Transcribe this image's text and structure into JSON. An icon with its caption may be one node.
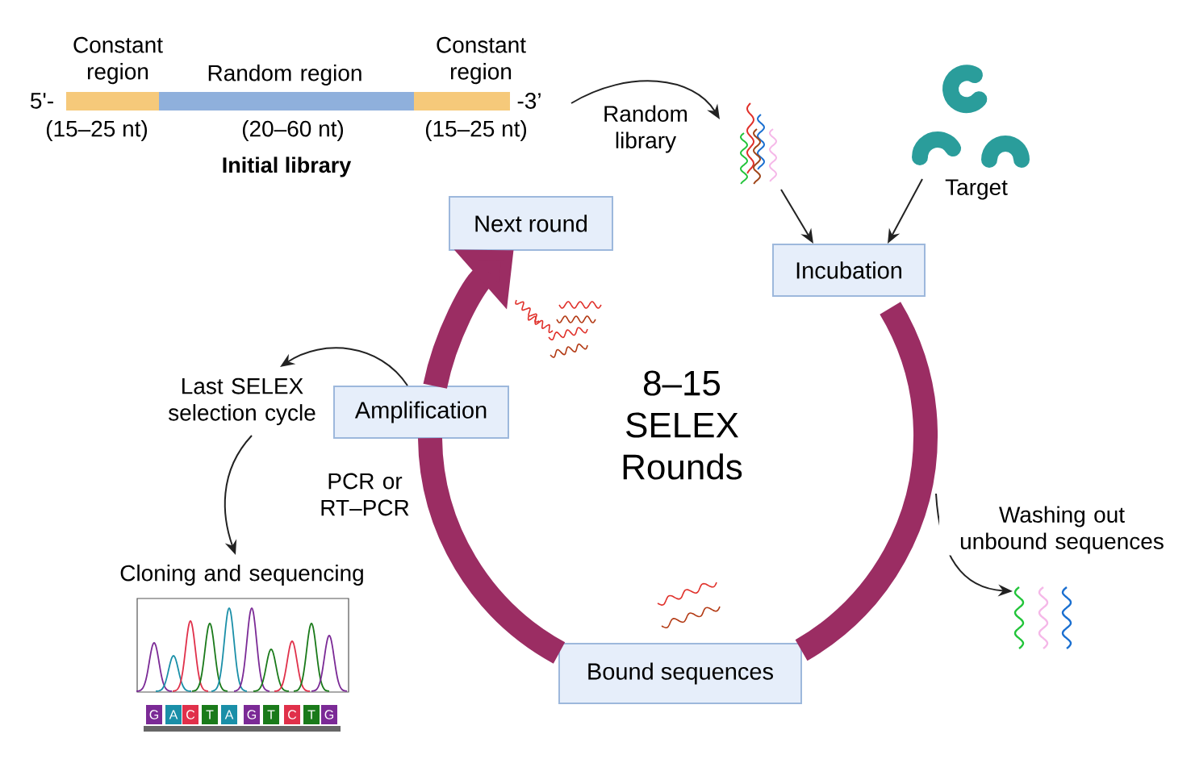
{
  "diagram": {
    "nodes": [
      {
        "text": [
          "Next round"
        ]
      },
      {
        "text": [
          "Incubation"
        ]
      },
      {
        "text": [
          "Bound sequences"
        ]
      },
      {
        "text": [
          "Amplification"
        ]
      },
      {
        "text": [],
        "shape": "bar",
        "beside": [
          "Constant region",
          "Random region",
          "Constant region",
          "5'-",
          "-3’",
          "(15–25 nt)",
          "(20–60 nt)",
          "(15–25 nt)",
          "Initial library"
        ]
      },
      {
        "text": [],
        "shape": "picture"
      },
      {
        "text": [],
        "shape": "picture",
        "beside": [
          "Target"
        ]
      },
      {
        "text": [
          "Last SELEX selection cycle"
        ]
      },
      {
        "text": [
          "Cloning and sequencing"
        ]
      },
      {
        "text": [],
        "shape": "picture"
      }
    ],
    "edges": [
      {
        "from": 4,
        "to": 5,
        "arrow": "to",
        "label": "Random library"
      },
      {
        "from": 5,
        "to": 1,
        "arrow": "to"
      },
      {
        "from": 6,
        "to": 1,
        "arrow": "to"
      },
      {
        "from": 1,
        "to": 2,
        "arrow": "none",
        "style": "thick",
        "color": "#9b2d63"
      },
      {
        "from": 2,
        "to": 3,
        "arrow": "none",
        "label": "PCR or RT–PCR",
        "style": "thick",
        "color": "#9b2d63"
      },
      {
        "from": 3,
        "to": 0,
        "arrow": "to",
        "style": "thick",
        "color": "#9b2d63"
      },
      {
        "from": 3,
        "to": 7,
        "arrow": "to"
      },
      {
        "from": 7,
        "to": 8,
        "arrow": "to"
      },
      {
        "from": null,
        "to": 9,
        "arrow": "to",
        "label": "Washing out unbound sequences"
      }
    ],
    "labels": [
      "8–15 SELEX Rounds",
      "G",
      "A",
      "C",
      "T",
      "A",
      "G",
      "T",
      "C",
      "T",
      "G"
    ]
  }
}
